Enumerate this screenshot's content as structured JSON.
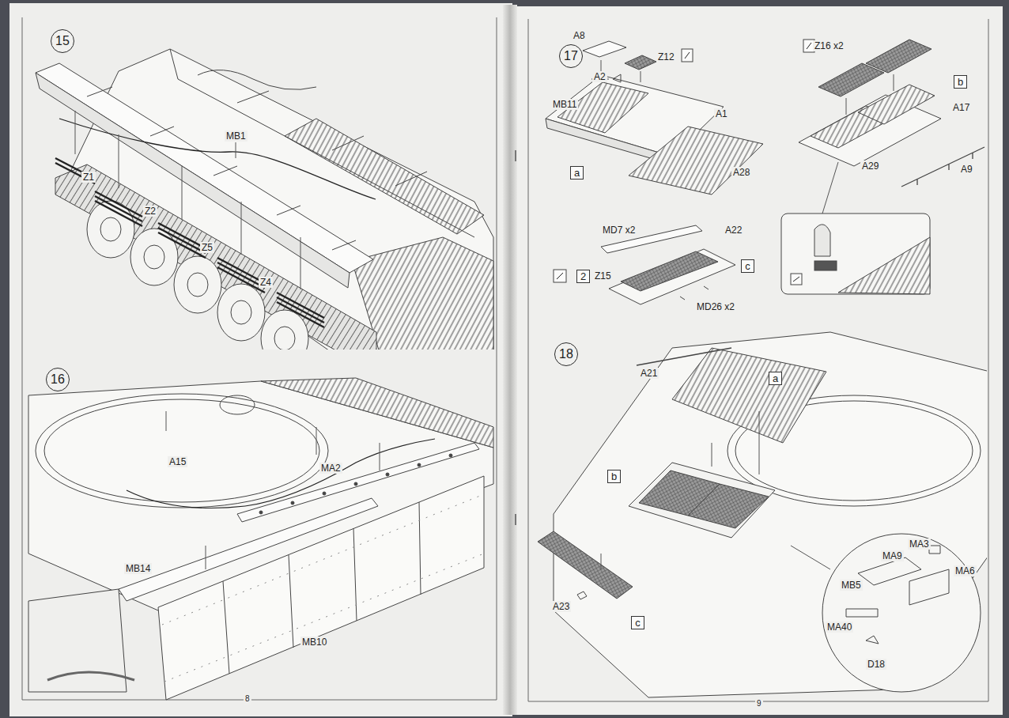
{
  "diagram": {
    "nodes": [
      {
        "text": [
          "15"
        ]
      },
      {
        "text": [
          "16"
        ]
      },
      {
        "text": [
          "17"
        ]
      },
      {
        "text": [
          "b"
        ]
      },
      {
        "text": [
          "a"
        ]
      },
      {
        "text": [
          "2"
        ]
      },
      {
        "text": [
          "c"
        ]
      },
      {
        "text": [
          "18"
        ]
      },
      {
        "text": [
          "a"
        ]
      },
      {
        "text": [
          "b"
        ]
      },
      {
        "text": [
          "c"
        ]
      }
    ],
    "labels": [
      "MB1",
      "Z1",
      "Z2",
      "Z5",
      "Z4",
      "A15",
      "MA2",
      "MB14",
      "MB10",
      "8",
      "A8",
      "Z12",
      "A2",
      "MB11",
      "A1",
      "A28",
      "Z16 x2",
      "A17",
      "A29",
      "A9",
      "MD7 x2",
      "A22",
      "Z15",
      "MD26 x2",
      "A21",
      "A23",
      "MA3",
      "MA9",
      "MA6",
      "MB5",
      "MA40",
      "D18",
      "9"
    ]
  }
}
